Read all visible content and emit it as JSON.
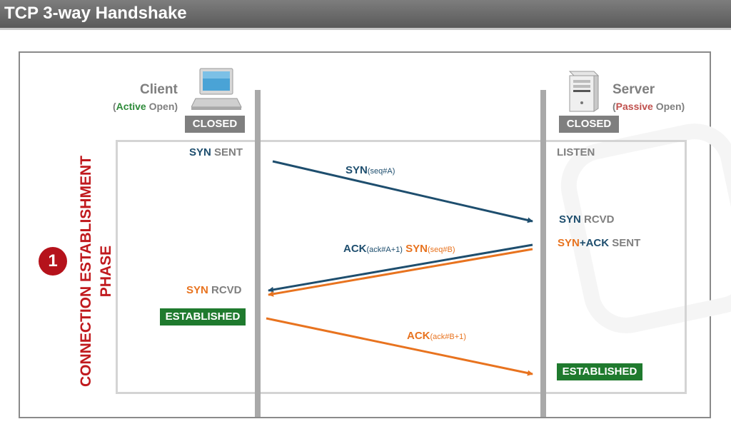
{
  "title": "TCP 3-way Handshake",
  "client": {
    "name": "Client",
    "open_prefix": "(",
    "open_type": "Active",
    "open_suffix": " Open)",
    "initial_state": "CLOSED",
    "state_syn": "SYN",
    "state_sent": " SENT",
    "state_rcvd_syn": "SYN",
    "state_rcvd": " RCVD",
    "final_state": "ESTABLISHED"
  },
  "server": {
    "name": "Server",
    "open_prefix": "(",
    "open_type": "Passive",
    "open_suffix": " Open)",
    "initial_state": "CLOSED",
    "listen": "LISTEN",
    "rcvd_syn": "SYN",
    "rcvd": " RCVD",
    "synack_syn": "SYN",
    "synack_plus": "+ACK",
    "synack_sent": " SENT",
    "final_state": "ESTABLISHED"
  },
  "messages": {
    "m1_main": "SYN",
    "m1_sub": "(seq#A)",
    "m2_ack": "ACK",
    "m2_ack_sub": "(ack#A+1)",
    "m2_syn": " SYN",
    "m2_syn_sub": "(seq#B)",
    "m3_main": "ACK",
    "m3_sub": "(ack#B+1)"
  },
  "phase": {
    "number": "1",
    "line1": "CONNECTION ESTABLISHMENT",
    "line2": "PHASE"
  },
  "colors": {
    "navy": "#1e4e6e",
    "orange": "#e8731f",
    "established_green": "#1f7a2e",
    "closed_gray": "#7f7f7f",
    "phase_red": "#c0191d"
  },
  "icons": {
    "client": "laptop-icon",
    "server": "server-tower-icon"
  }
}
